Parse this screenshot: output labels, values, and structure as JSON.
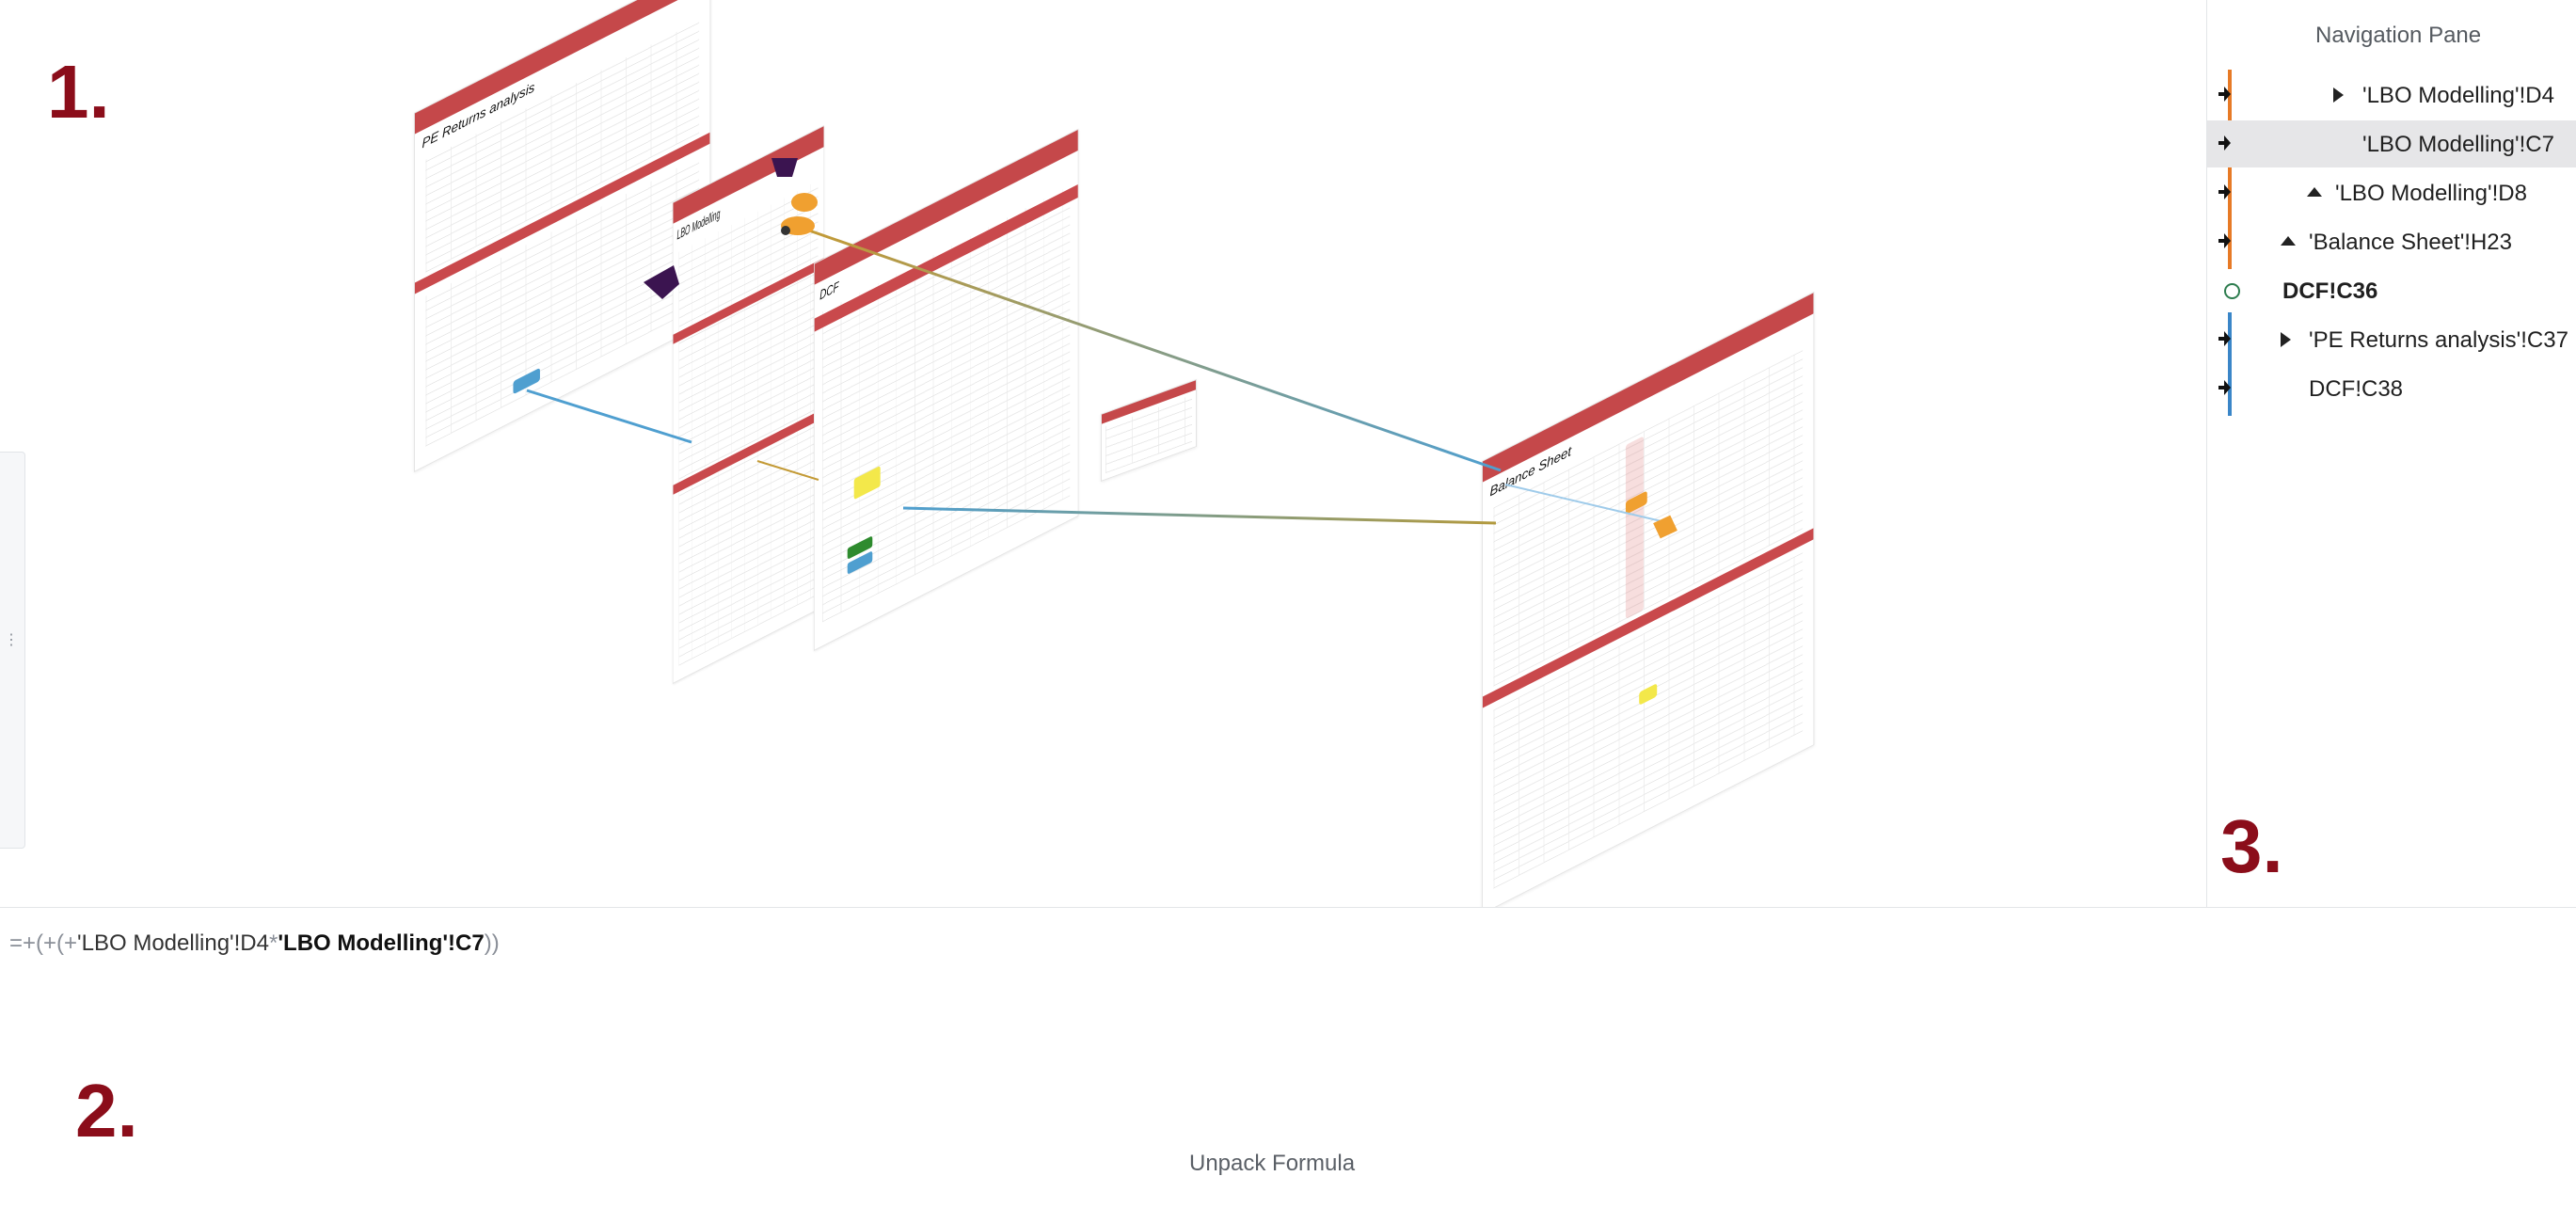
{
  "viz": {
    "markers": {
      "one": "1.",
      "two": "2.",
      "three": "3."
    },
    "sheets": {
      "pe_returns": {
        "title": "PE Returns analysis"
      },
      "lbo": {
        "title": "LBO Modelling"
      },
      "dcf": {
        "title": "DCF"
      },
      "balance": {
        "title": "Balance Sheet"
      }
    },
    "colors": {
      "sheet_header": "#c5484a",
      "link_blue": "#4f9fd0",
      "link_olive": "#b39a3e",
      "link_orange": "#e77a26",
      "highlight_yellow": "#f3e84a",
      "node_dark": "#3b1450",
      "node_orange": "#f0a030",
      "node_green": "#2e8b2e"
    }
  },
  "formula_bar": {
    "prefix": "=+(+(+",
    "ref1": "'LBO Modelling'!D4",
    "operator": "*",
    "ref2": "'LBO Modelling'!C7",
    "suffix": "))",
    "unpack_label": "Unpack Formula"
  },
  "navigation": {
    "title": "Navigation Pane",
    "items": [
      {
        "label": "'LBO Modelling'!D4",
        "expander": "right",
        "selected": false,
        "bold": false
      },
      {
        "label": "'LBO Modelling'!C7",
        "expander": "none",
        "selected": true,
        "bold": false
      },
      {
        "label": "'LBO Modelling'!D8",
        "expander": "up",
        "selected": false,
        "bold": false
      },
      {
        "label": "'Balance Sheet'!H23",
        "expander": "up",
        "selected": false,
        "bold": false
      },
      {
        "label": "DCF!C36",
        "expander": "none",
        "selected": false,
        "bold": true
      },
      {
        "label": "'PE Returns analysis'!C37",
        "expander": "right",
        "selected": false,
        "bold": false
      },
      {
        "label": "DCF!C38",
        "expander": "none",
        "selected": false,
        "bold": false
      }
    ],
    "trace_colors": {
      "precedents": "#e77a26",
      "dependents": "#3a86c8",
      "current": "#2e7d4f"
    }
  }
}
